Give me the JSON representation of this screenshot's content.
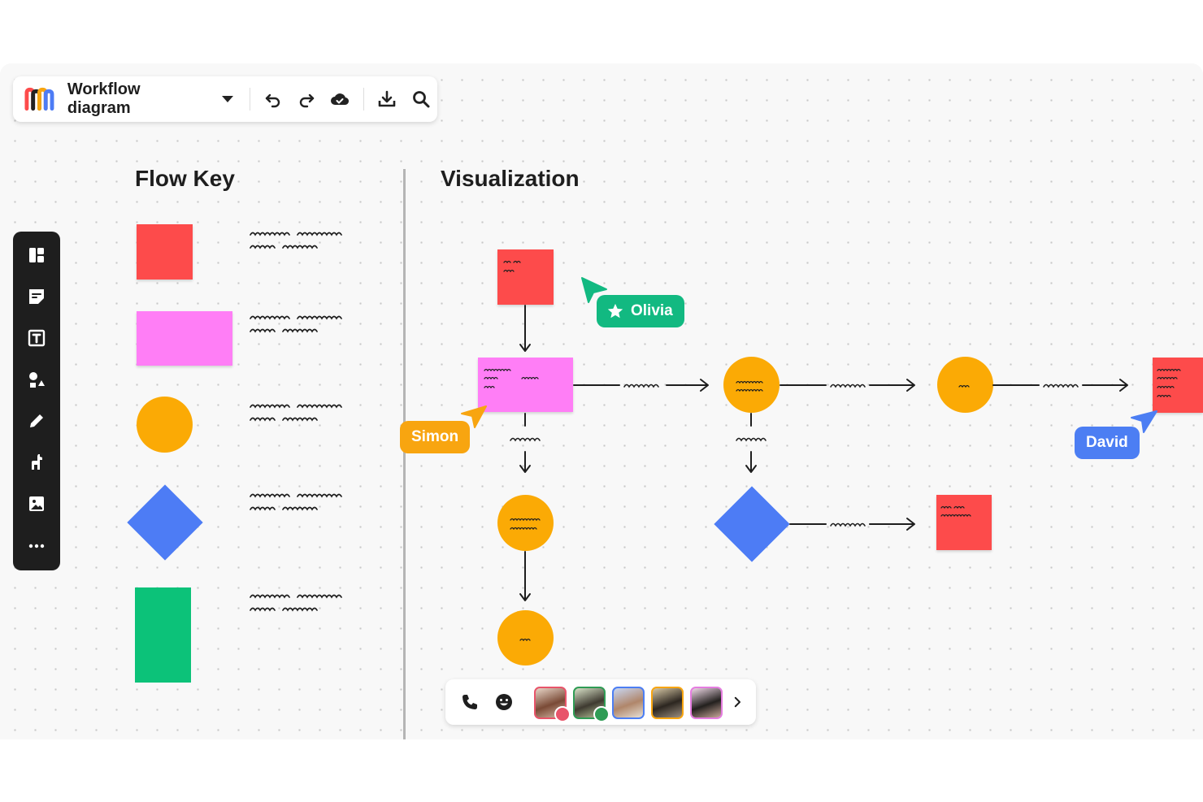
{
  "toolbar": {
    "board_title": "Workflow diagram",
    "icons": [
      "miro-logo",
      "chevron-down-icon",
      "undo-icon",
      "redo-icon",
      "cloud-saved-icon",
      "export-icon",
      "search-icon"
    ]
  },
  "sidebar": {
    "tools": [
      "templates-icon",
      "sticky-note-icon",
      "text-icon",
      "shapes-icon",
      "pen-icon",
      "llama-icon",
      "image-icon",
      "more-icon"
    ]
  },
  "sections": {
    "flow_key": "Flow Key",
    "visualization": "Visualization"
  },
  "cursors": [
    {
      "name": "Olivia",
      "color": "#12b981"
    },
    {
      "name": "Simon",
      "color": "#f8a510"
    },
    {
      "name": "David",
      "color": "#4c7ef3"
    }
  ],
  "colors": {
    "red": "#fd4b4b",
    "pink": "#ff7ef6",
    "orange": "#fbaa05",
    "blue": "#4d7cf5",
    "green": "#0cc279"
  },
  "bottom_bar": {
    "icons": [
      "phone-icon",
      "emoji-icon",
      "chevron-right-icon"
    ],
    "avatars": 5
  }
}
